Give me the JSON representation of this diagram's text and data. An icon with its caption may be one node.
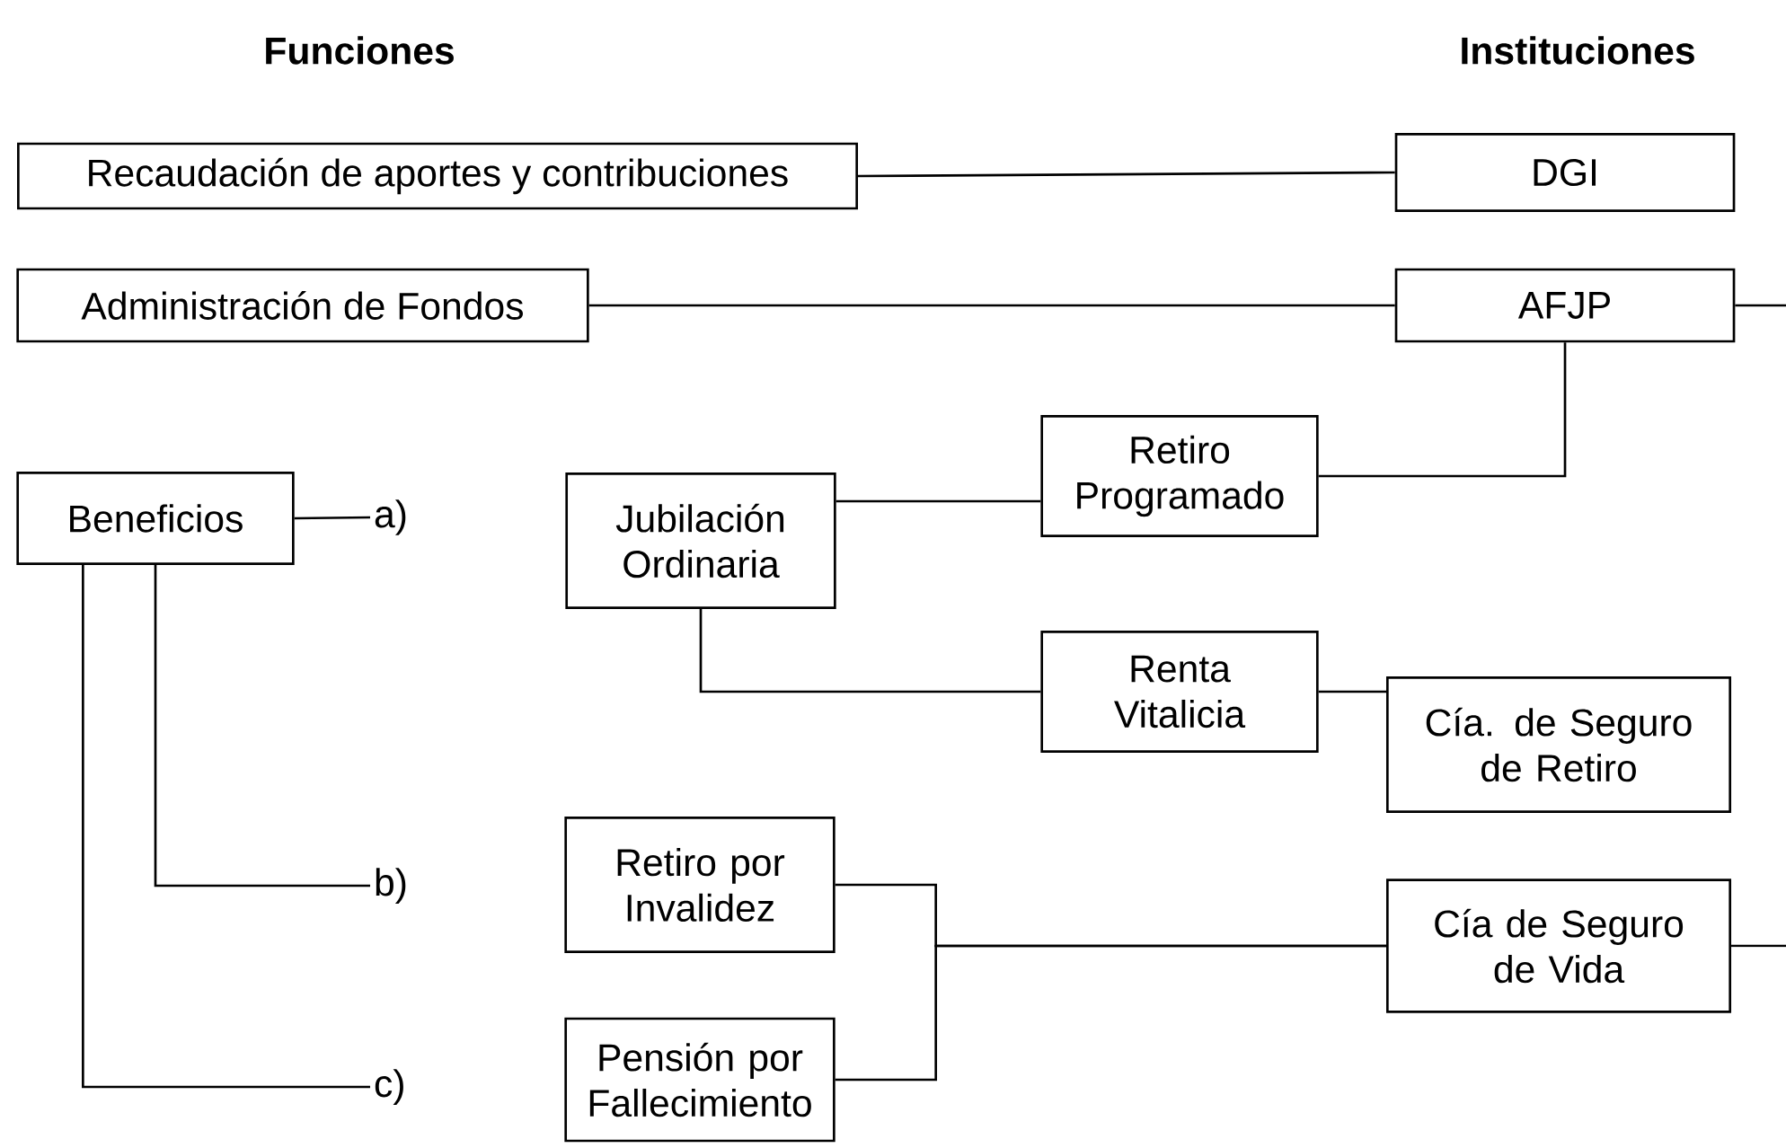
{
  "diagram": {
    "nodes": [
      {
        "text": [
          "Recaudación de aportes y contribuciones"
        ]
      },
      {
        "text": [
          "DGI"
        ]
      },
      {
        "text": [
          "Administración de Fondos"
        ]
      },
      {
        "text": [
          "AFJP"
        ]
      },
      {
        "text": [
          "Beneficios"
        ]
      },
      {
        "text": [
          "a)"
        ]
      },
      {
        "text": [
          "Jubilación Ordinaria"
        ]
      },
      {
        "text": [
          "Retiro Programado"
        ]
      },
      {
        "text": [
          "Renta Vitalicia"
        ]
      },
      {
        "text": [
          "Cía. de Seguro de Retiro"
        ]
      },
      {
        "text": [
          "b)"
        ]
      },
      {
        "text": [
          "Retiro por Invalidez"
        ]
      },
      {
        "text": [
          "Cía de Seguro de Vida"
        ]
      },
      {
        "text": [
          "c)"
        ]
      },
      {
        "text": [
          "Pensión por Fallecimiento"
        ]
      }
    ],
    "edges": [
      {
        "from": 0,
        "to": 1,
        "arrow": "none"
      },
      {
        "from": 2,
        "to": 3,
        "arrow": "none"
      },
      {
        "from": 3,
        "to": null,
        "arrow": "none"
      },
      {
        "from": 4,
        "to": 5,
        "arrow": "none"
      },
      {
        "from": 6,
        "to": 7,
        "arrow": "none"
      },
      {
        "from": 7,
        "to": 3,
        "arrow": "none"
      },
      {
        "from": 6,
        "to": 8,
        "arrow": "none"
      },
      {
        "from": 8,
        "to": 9,
        "arrow": "none"
      },
      {
        "from": 4,
        "to": 10,
        "arrow": "none"
      },
      {
        "from": 4,
        "to": 13,
        "arrow": "none"
      },
      {
        "from": 11,
        "to": 12,
        "arrow": "none"
      },
      {
        "from": 14,
        "to": 12,
        "arrow": "none"
      },
      {
        "from": 12,
        "to": null,
        "arrow": "none"
      }
    ],
    "labels": [
      "Funciones",
      "Instituciones"
    ]
  }
}
